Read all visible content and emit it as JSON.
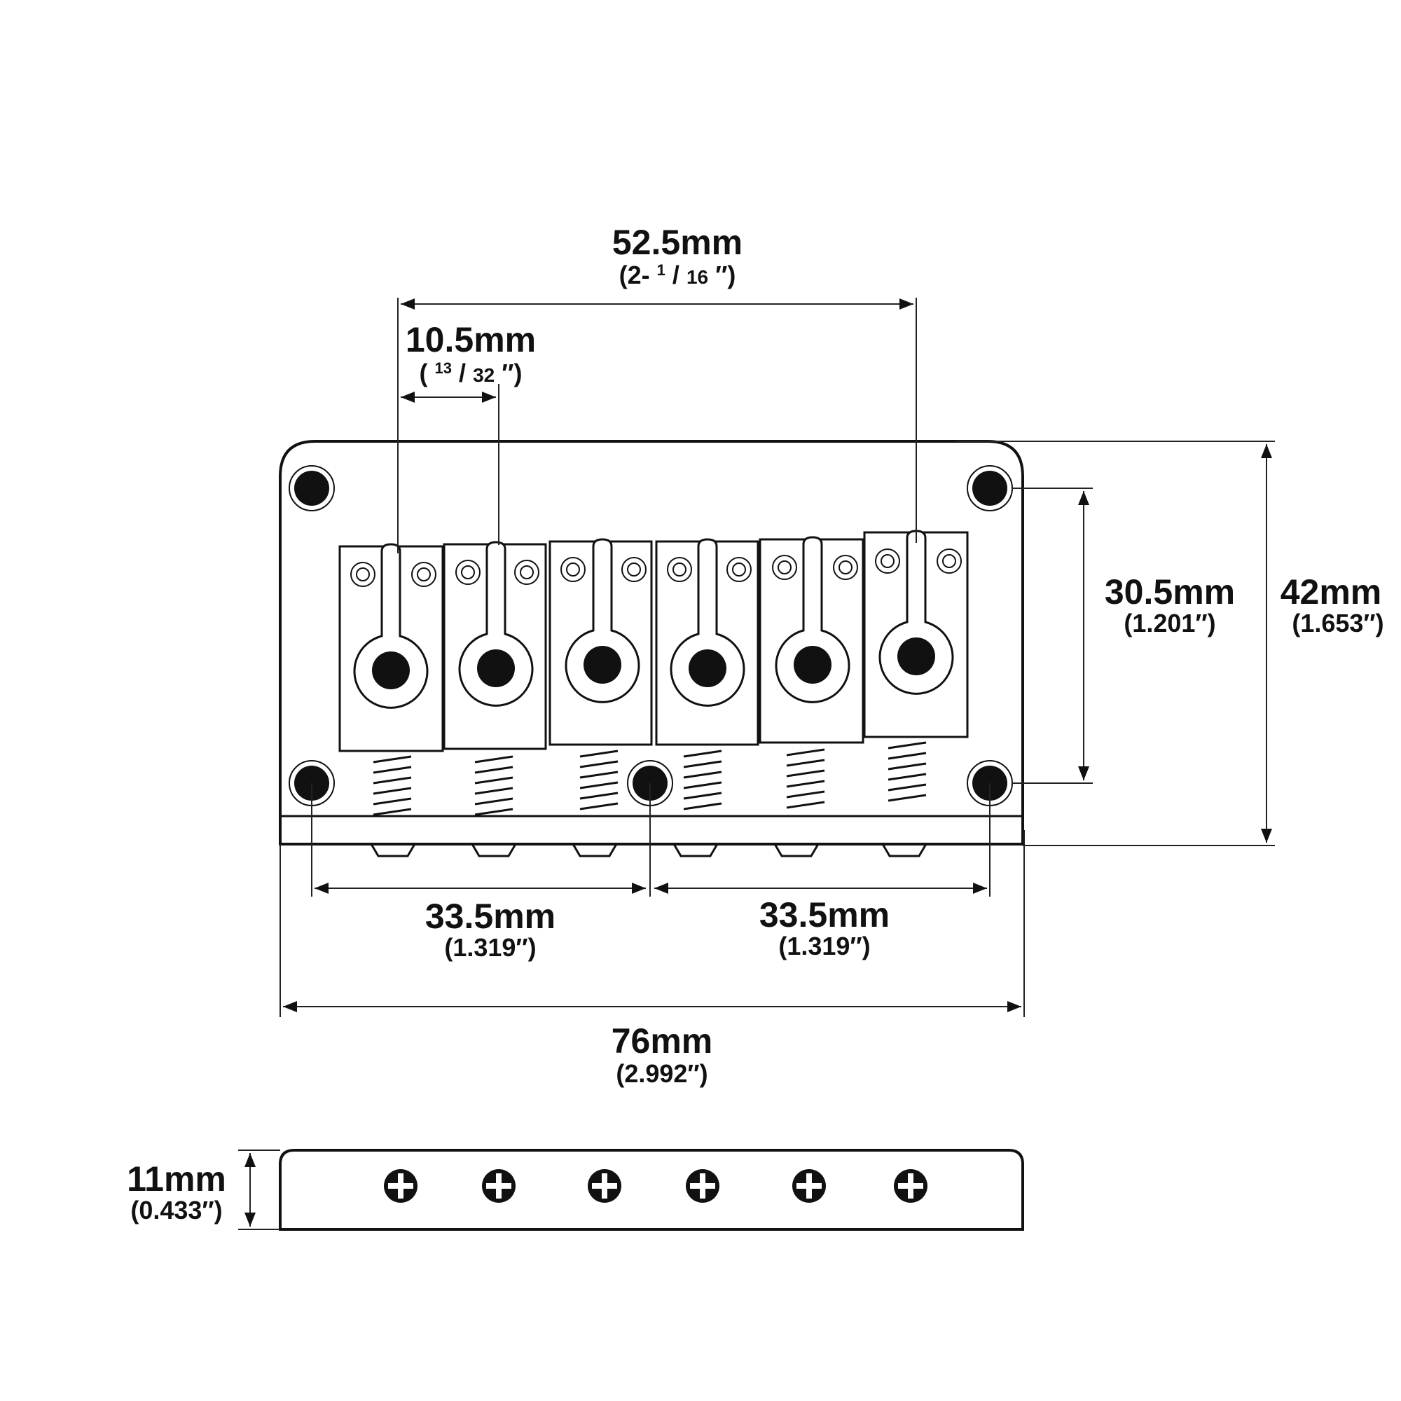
{
  "dimensions": {
    "string_spread": {
      "mm": "52.5mm",
      "inch_prefix": "(2-",
      "inch_num": "1",
      "inch_slash": "/",
      "inch_den": "16",
      "inch_suffix": "″)"
    },
    "saddle_spacing": {
      "mm": "10.5mm",
      "inch_prefix": "(",
      "inch_num": "13",
      "inch_slash": "/",
      "inch_den": "32",
      "inch_suffix": "″)"
    },
    "mount_hole_height": {
      "mm": "30.5mm",
      "inch": "(1.201″)"
    },
    "plate_height": {
      "mm": "42mm",
      "inch": "(1.653″)"
    },
    "hole_spacing_left": {
      "mm": "33.5mm",
      "inch": "(1.319″)"
    },
    "hole_spacing_right": {
      "mm": "33.5mm",
      "inch": "(1.319″)"
    },
    "plate_width": {
      "mm": "76mm",
      "inch": "(2.992″)"
    },
    "side_height": {
      "mm": "11mm",
      "inch": "(0.433″)"
    }
  },
  "counts": {
    "saddles": 6,
    "mounting_holes": 5,
    "side_screws": 6
  },
  "colors": {
    "ink": "#111111",
    "paper": "#ffffff"
  }
}
